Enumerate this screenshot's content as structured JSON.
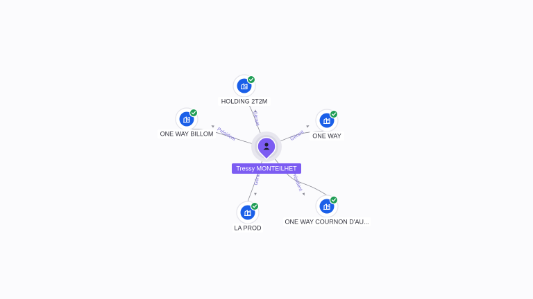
{
  "graph": {
    "center": {
      "label": "Tressy MONTEILHET",
      "icon": "person-icon"
    },
    "companies": [
      {
        "id": "holding",
        "label": "HOLDING 2T2M",
        "relation": "Gérant",
        "icon": "building-icon",
        "status": "check-icon"
      },
      {
        "id": "billom",
        "label": "ONE WAY BILLOM",
        "relation": "Président",
        "icon": "building-icon",
        "status": "check-icon"
      },
      {
        "id": "oneway",
        "label": "ONE WAY",
        "relation": "Gérant",
        "icon": "building-icon",
        "status": "check-icon"
      },
      {
        "id": "laprod",
        "label": "LA PROD",
        "relation": "Gérant",
        "icon": "building-icon",
        "status": "check-icon"
      },
      {
        "id": "cournon",
        "label": "ONE WAY COURNON D'AU...",
        "relation": "Président",
        "icon": "building-icon",
        "status": "check-icon"
      }
    ]
  },
  "colors": {
    "accent": "#7c5cf2",
    "company": "#1a5fe8",
    "active": "#1f9d55",
    "relation_text": "#7b6fd6"
  }
}
